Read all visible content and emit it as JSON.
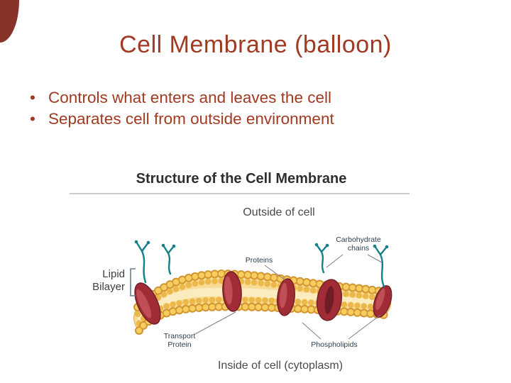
{
  "slide": {
    "title": "Cell Membrane (balloon)",
    "bullets": [
      "Controls what enters and leaves the cell",
      "Separates cell from outside environment"
    ],
    "accent_color": "#a13a22"
  },
  "diagram": {
    "title": "Structure of the Cell Membrane",
    "labels": {
      "outside": "Outside of cell",
      "inside": "Inside of cell (cytoplasm)",
      "proteins": "Proteins",
      "carbohydrate_line1": "Carbohydrate",
      "carbohydrate_line2": "chains",
      "lipid_line1": "Lipid",
      "lipid_line2": "Bilayer",
      "transport_line1": "Transport",
      "transport_line2": "Protein",
      "phospholipids": "Phospholipids"
    },
    "colors": {
      "membrane": "#F8DC96",
      "heads": "#D2952F",
      "protein": "#A12C35",
      "carbohydrate": "#157F8A"
    }
  }
}
